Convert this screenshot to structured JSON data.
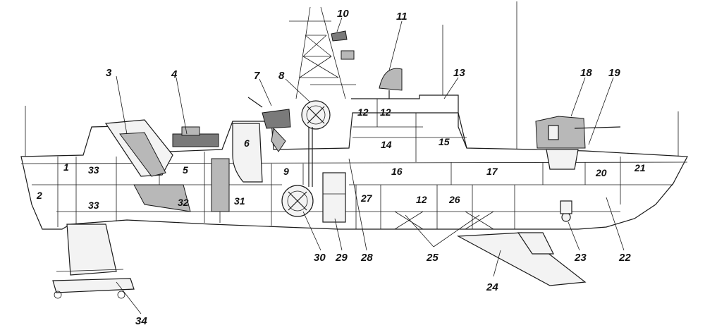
{
  "diagram": {
    "callouts": [
      {
        "id": "c3",
        "text": "3"
      },
      {
        "id": "c4",
        "text": "4"
      },
      {
        "id": "c7",
        "text": "7"
      },
      {
        "id": "c8",
        "text": "8"
      },
      {
        "id": "c10",
        "text": "10"
      },
      {
        "id": "c11",
        "text": "11"
      },
      {
        "id": "c13",
        "text": "13"
      },
      {
        "id": "c18",
        "text": "18"
      },
      {
        "id": "c19",
        "text": "19"
      },
      {
        "id": "c22",
        "text": "22"
      },
      {
        "id": "c23",
        "text": "23"
      },
      {
        "id": "c24",
        "text": "24"
      },
      {
        "id": "c25",
        "text": "25"
      },
      {
        "id": "c28",
        "text": "28"
      },
      {
        "id": "c29",
        "text": "29"
      },
      {
        "id": "c30",
        "text": "30"
      },
      {
        "id": "c34",
        "text": "34"
      }
    ],
    "compartments": [
      {
        "id": "k1",
        "text": "1"
      },
      {
        "id": "k2",
        "text": "2"
      },
      {
        "id": "k33a",
        "text": "33"
      },
      {
        "id": "k33b",
        "text": "33"
      },
      {
        "id": "k5",
        "text": "5"
      },
      {
        "id": "k6",
        "text": "6"
      },
      {
        "id": "k9",
        "text": "9"
      },
      {
        "id": "k12a",
        "text": "12"
      },
      {
        "id": "k12b",
        "text": "12"
      },
      {
        "id": "k12c",
        "text": "12"
      },
      {
        "id": "k14",
        "text": "14"
      },
      {
        "id": "k15",
        "text": "15"
      },
      {
        "id": "k16",
        "text": "16"
      },
      {
        "id": "k17",
        "text": "17"
      },
      {
        "id": "k20",
        "text": "20"
      },
      {
        "id": "k21",
        "text": "21"
      },
      {
        "id": "k26",
        "text": "26"
      },
      {
        "id": "k27",
        "text": "27"
      },
      {
        "id": "k31",
        "text": "31"
      },
      {
        "id": "k32",
        "text": "32"
      }
    ]
  }
}
